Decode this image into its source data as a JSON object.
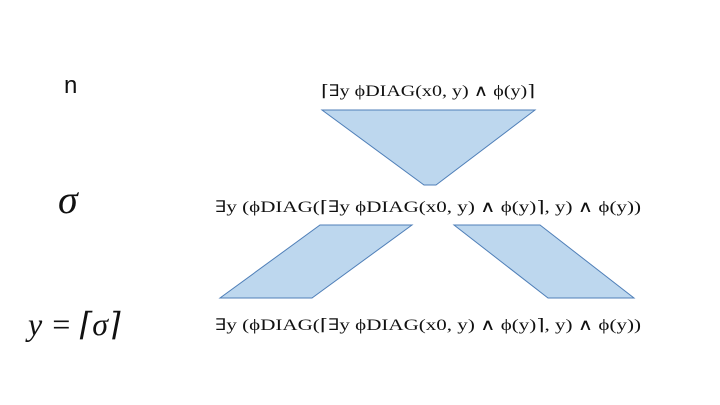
{
  "labels": {
    "left_n": "n",
    "left_sigma": "σ",
    "left_y": "y = ⌈σ⌉"
  },
  "formulas": {
    "top": {
      "text": "⌈∃y ϕDIAG(x0, y) ∧ ϕ(y)⌉"
    },
    "middle": {
      "text": "∃y (ϕDIAG(⌈∃y ϕDIAG(x0, y) ∧ ϕ(y)⌉, y) ∧ ϕ(y))"
    },
    "bottom": {
      "text": "∃y (ϕDIAG(⌈∃y ϕDIAG(x0, y) ∧ ϕ(y)⌉, y) ∧ ϕ(y))"
    }
  },
  "colors": {
    "shape_fill": "#bdd7ee",
    "shape_stroke": "#4f7fb8"
  }
}
